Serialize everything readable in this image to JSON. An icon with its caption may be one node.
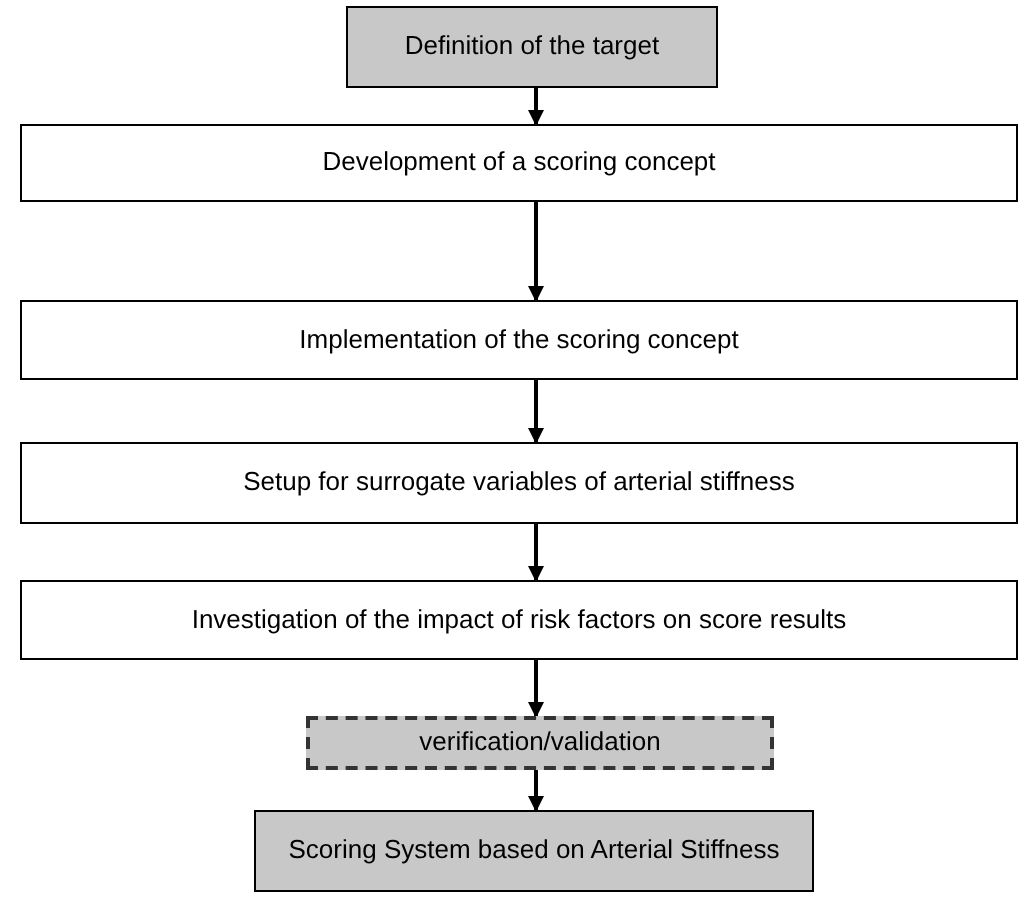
{
  "diagram": {
    "nodes": [
      {
        "text": [
          "Definition of the target"
        ]
      },
      {
        "text": [
          "Development of a scoring concept"
        ]
      },
      {
        "text": [
          "Implementation of the scoring concept"
        ]
      },
      {
        "text": [
          "Setup for surrogate variables of arterial stiffness"
        ]
      },
      {
        "text": [
          "Investigation of the impact of risk factors on score results"
        ]
      },
      {
        "text": [
          "verification/validation"
        ]
      },
      {
        "text": [
          "Scoring System based on Arterial Stiffness"
        ]
      }
    ],
    "edges": [
      {
        "from": 0,
        "to": 1,
        "arrow": "to"
      },
      {
        "from": 1,
        "to": 2,
        "arrow": "to"
      },
      {
        "from": 2,
        "to": 3,
        "arrow": "to"
      },
      {
        "from": 3,
        "to": 4,
        "arrow": "to"
      },
      {
        "from": 4,
        "to": 5,
        "arrow": "to"
      },
      {
        "from": 5,
        "to": 6,
        "arrow": "to"
      }
    ]
  }
}
